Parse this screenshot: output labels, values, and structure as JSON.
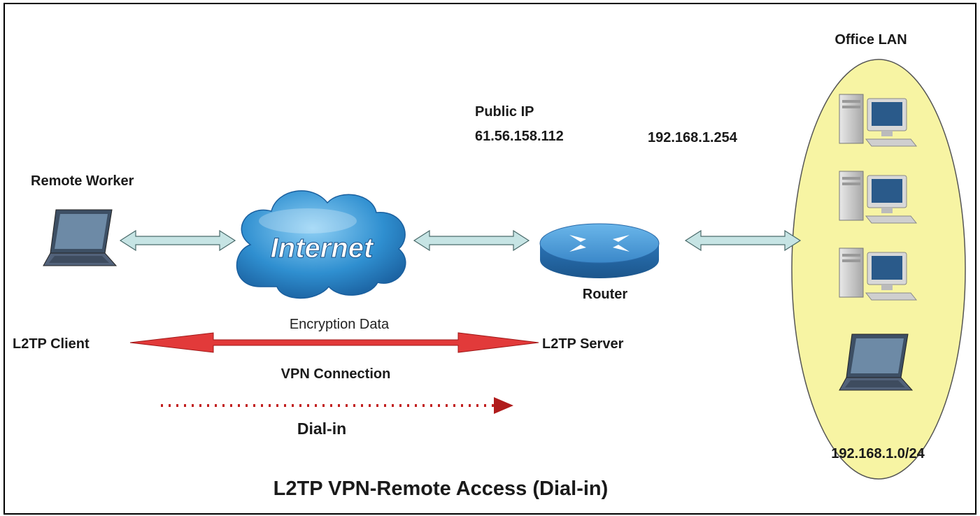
{
  "labels": {
    "office_lan": "Office LAN",
    "public_ip": "Public IP",
    "public_ip_addr": "61.56.158.112",
    "lan_ip": "192.168.1.254",
    "remote_worker": "Remote Worker",
    "internet": "Internet",
    "router": "Router",
    "encryption": "Encryption Data",
    "l2tp_client": "L2TP Client",
    "l2tp_server": "L2TP Server",
    "vpn_connection": "VPN Connection",
    "dial_in": "Dial-in",
    "subnet": "192.168.1.0/24",
    "title": "L2TP VPN-Remote Access (Dial-in)"
  },
  "colors": {
    "border": "#000000",
    "lan_fill": "#f7f4a3",
    "link_arrow": "#bfe0e0",
    "vpn_arrow": "#e23a3a",
    "dial_in_arrow": "#c22020",
    "cloud": "#2f8fd0",
    "router": "#3e8fd2"
  },
  "icons": [
    "laptop-icon",
    "cloud-icon",
    "router-icon",
    "workstation-icon"
  ]
}
